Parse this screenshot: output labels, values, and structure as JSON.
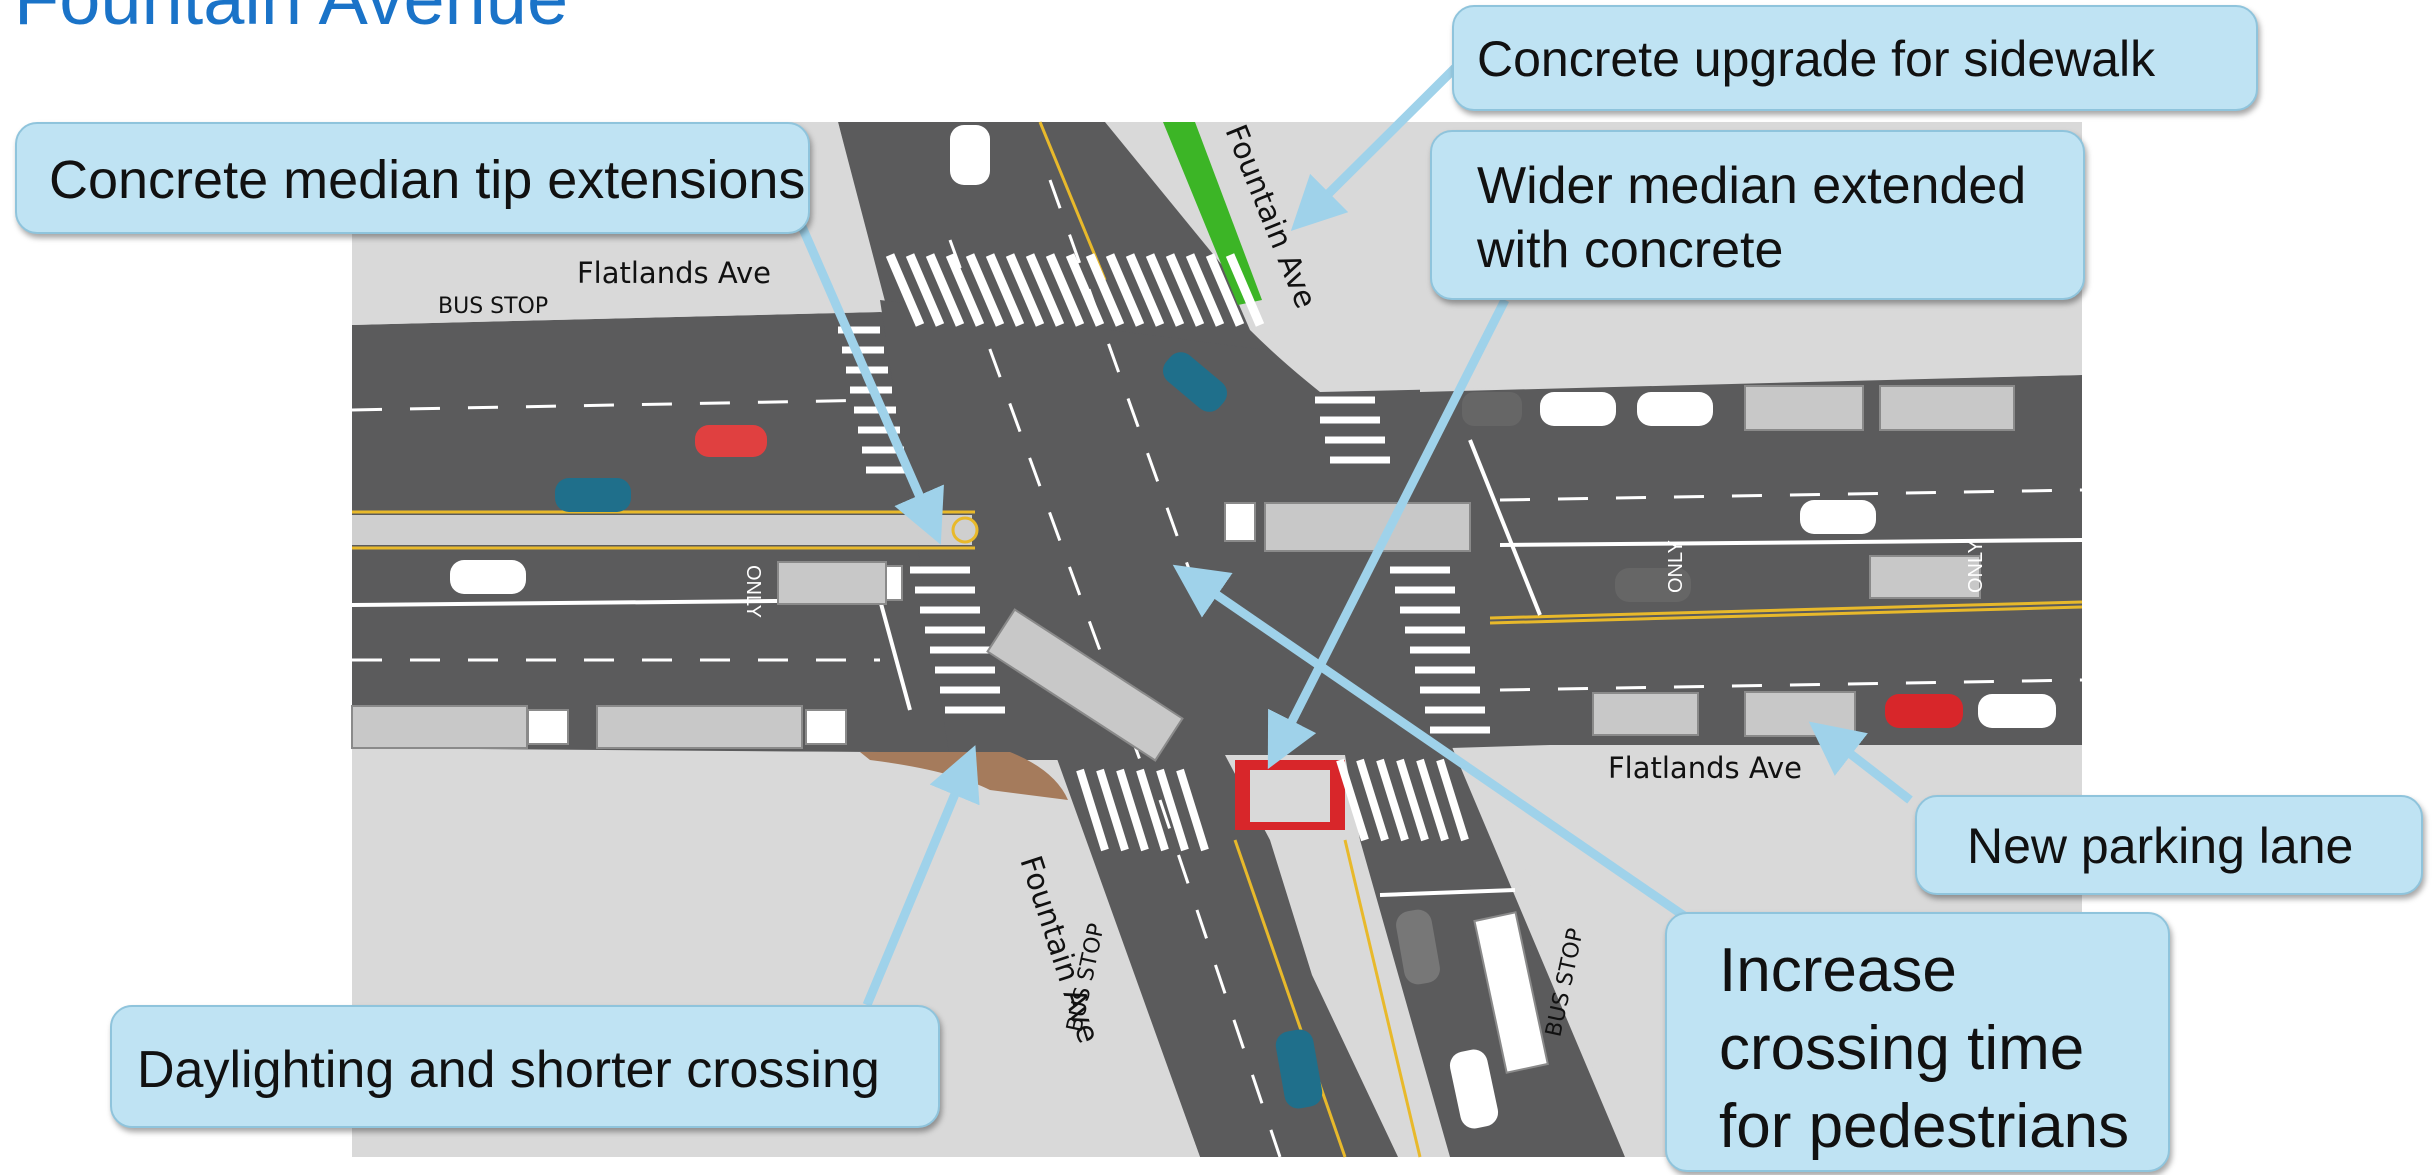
{
  "page": {
    "title": "Fountain Avenue"
  },
  "callouts": {
    "median_tip": "Concrete median tip extensions",
    "sidewalk": "Concrete upgrade for sidewalk",
    "wider_median_1": "Wider median extended",
    "wider_median_2": "with concrete",
    "parking": "New parking lane",
    "daylighting": "Daylighting and shorter crossing",
    "crossing_1": "Increase",
    "crossing_2": "crossing time",
    "crossing_3": "for pedestrians"
  },
  "map_labels": {
    "flatlands_nw": "Flatlands Ave",
    "flatlands_se": "Flatlands Ave",
    "fountain_north": "Fountain Ave",
    "fountain_south": "Fountain Ave",
    "bus_stop_west": "BUS STOP",
    "bus_stop_south_1": "BUS STOP",
    "bus_stop_south_2": "BUS STOP",
    "only_1": "ONLY",
    "only_2": "ONLY",
    "only_3": "ONLY"
  },
  "colors": {
    "road": "#5b5b5c",
    "sidewalk": "#d9d9d9",
    "title": "#1a73c8",
    "callout_fill": "#bfe3f3",
    "bike_lane": "#3cb526",
    "median_tip_red": "#d8262a",
    "daylight_brown": "#a57b5c",
    "arrow": "#9fd2ea"
  }
}
